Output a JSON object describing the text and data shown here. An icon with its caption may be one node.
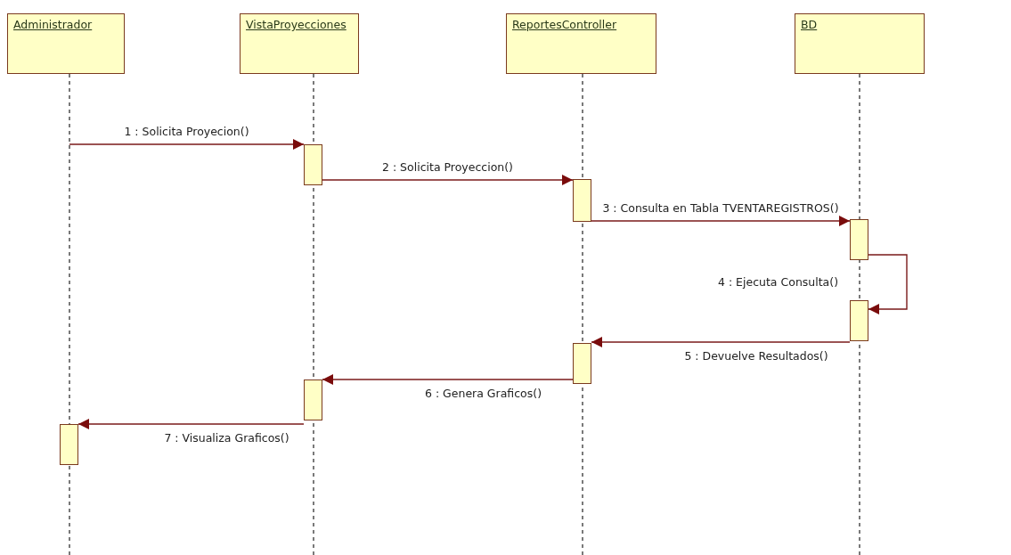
{
  "diagram": {
    "nodes": [
      {
        "text": [
          "Administrador"
        ]
      },
      {
        "text": [
          "VistaProyecciones"
        ]
      },
      {
        "text": [
          "ReportesController"
        ]
      },
      {
        "text": [
          "BD"
        ]
      },
      {
        "text": [],
        "shape": "bar"
      },
      {
        "text": [],
        "shape": "bar"
      },
      {
        "text": [],
        "shape": "bar"
      },
      {
        "text": [],
        "shape": "bar"
      },
      {
        "text": [],
        "shape": "bar"
      },
      {
        "text": [],
        "shape": "bar"
      },
      {
        "text": [],
        "shape": "bar"
      }
    ],
    "edges": [
      {
        "from": null,
        "to": 4,
        "arrow": "to",
        "label": "1 : Solicita Proyecion()"
      },
      {
        "from": 4,
        "to": 5,
        "arrow": "to",
        "label": "2 : Solicita Proyeccion()"
      },
      {
        "from": 5,
        "to": 6,
        "arrow": "to",
        "label": "3 : Consulta en Tabla TVENTAREGISTROS()"
      },
      {
        "from": 6,
        "to": 7,
        "arrow": "to",
        "label": "4 : Ejecuta Consulta()"
      },
      {
        "from": 7,
        "to": 8,
        "arrow": "to",
        "label": "5 : Devuelve Resultados()"
      },
      {
        "from": 8,
        "to": 9,
        "arrow": "to",
        "label": "6 : Genera Graficos()"
      },
      {
        "from": 9,
        "to": 10,
        "arrow": "to",
        "label": "7 : Visualiza Graficos()"
      }
    ]
  }
}
